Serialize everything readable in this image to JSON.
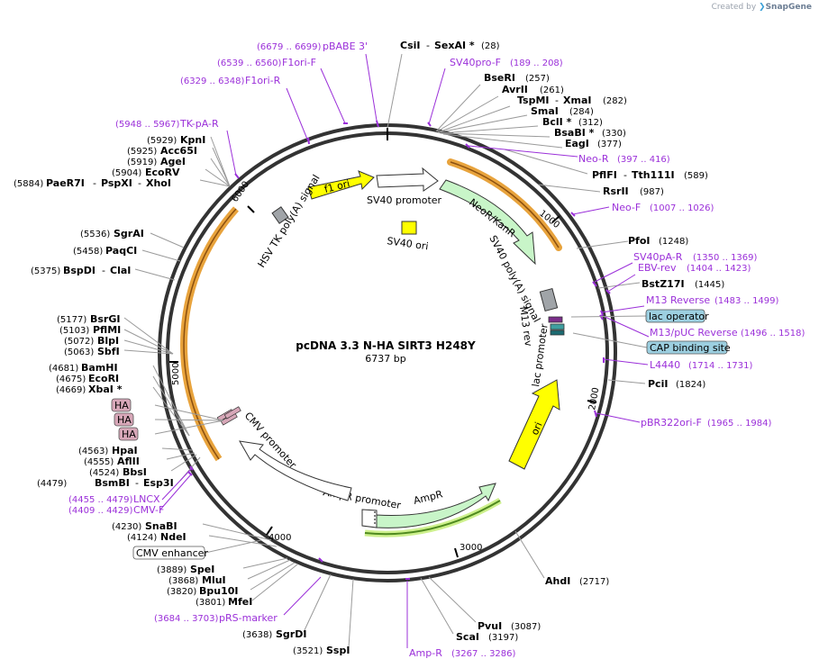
{
  "header": {
    "watermark_prefix": "Created by",
    "watermark_brand": "SnapGene"
  },
  "plasmid": {
    "name": "pcDNA 3.3 N-HA SIRT3 H248Y",
    "length": "6737 bp"
  },
  "ticks": [
    "1000",
    "2000",
    "3000",
    "4000",
    "5000",
    "6000"
  ],
  "features": {
    "f1_ori": "f1 ori",
    "sv40_promoter": "SV40 promoter",
    "neo": "NeoR/KanR",
    "sv40_polya": "SV40 poly(A) signal",
    "hsv_tk": "HSV TK poly(A) signal",
    "sv40_ori": "SV40 ori",
    "m13_rev": "M13 rev",
    "lac_promoter": "lac promoter",
    "ori": "ori",
    "ampr": "AmpR",
    "ampr_promoter": "AmpR promoter",
    "cmv_promoter": "CMV promoter",
    "lac_operator": "lac operator",
    "cap_site": "CAP binding site",
    "cmv_enhancer": "CMV enhancer",
    "ha": "HA"
  },
  "enzymes": [
    {
      "name": "CsiI",
      "name2": "SexAI *",
      "pos": "(28)"
    },
    {
      "name": "BseRI",
      "pos": "(257)"
    },
    {
      "name": "AvrII",
      "pos": "(261)"
    },
    {
      "name": "TspMI",
      "name2": "XmaI",
      "pos": "(282)"
    },
    {
      "name": "SmaI",
      "pos": "(284)"
    },
    {
      "name": "BclI *",
      "pos": "(312)"
    },
    {
      "name": "BsaBI *",
      "pos": "(330)"
    },
    {
      "name": "EagI",
      "pos": "(377)"
    },
    {
      "name": "PflFI",
      "name2": "Tth111I",
      "pos": "(589)"
    },
    {
      "name": "RsrII",
      "pos": "(987)"
    },
    {
      "name": "PfoI",
      "pos": "(1248)"
    },
    {
      "name": "BstZ17I",
      "pos": "(1445)"
    },
    {
      "name": "PciI",
      "pos": "(1824)"
    },
    {
      "name": "AhdI",
      "pos": "(2717)"
    },
    {
      "name": "PvuI",
      "pos": "(3087)"
    },
    {
      "name": "ScaI",
      "pos": "(3197)"
    },
    {
      "name": "SspI",
      "pos": "(3521)"
    },
    {
      "name": "SgrDI",
      "pos": "(3638)"
    },
    {
      "name": "MfeI",
      "pos": "(3801)"
    },
    {
      "name": "Bpu10I",
      "pos": "(3820)"
    },
    {
      "name": "MluI",
      "pos": "(3868)"
    },
    {
      "name": "SpeI",
      "pos": "(3889)"
    },
    {
      "name": "NdeI",
      "pos": "(4124)"
    },
    {
      "name": "SnaBI",
      "pos": "(4230)"
    },
    {
      "name": "BsmBI",
      "name2": "Esp3I",
      "pos": "(4479)"
    },
    {
      "name": "BbsI",
      "pos": "(4524)"
    },
    {
      "name": "AflII",
      "pos": "(4555)"
    },
    {
      "name": "HpaI",
      "pos": "(4563)"
    },
    {
      "name": "XbaI *",
      "pos": "(4669)"
    },
    {
      "name": "EcoRI",
      "pos": "(4675)"
    },
    {
      "name": "BamHI",
      "pos": "(4681)"
    },
    {
      "name": "SbfI",
      "pos": "(5063)"
    },
    {
      "name": "BlpI",
      "pos": "(5072)"
    },
    {
      "name": "PflMI",
      "pos": "(5103)"
    },
    {
      "name": "BsrGI",
      "pos": "(5177)"
    },
    {
      "name": "BspDI",
      "name2": "ClaI",
      "pos": "(5375)"
    },
    {
      "name": "PaqCI",
      "pos": "(5458)"
    },
    {
      "name": "SgrAI",
      "pos": "(5536)"
    },
    {
      "name": "PaeR7I",
      "name2": "PspXI",
      "name3": "XhoI",
      "pos": "(5884)"
    },
    {
      "name": "EcoRV",
      "pos": "(5904)"
    },
    {
      "name": "AgeI",
      "pos": "(5919)"
    },
    {
      "name": "Acc65I",
      "pos": "(5925)"
    },
    {
      "name": "KpnI",
      "pos": "(5929)"
    }
  ],
  "primers": [
    {
      "name": "pBABE 3'",
      "range": "(6679 .. 6699)"
    },
    {
      "name": "F1ori-F",
      "range": "(6539 .. 6560)"
    },
    {
      "name": "F1ori-R",
      "range": "(6329 .. 6348)"
    },
    {
      "name": "TK-pA-R",
      "range": "(5948 .. 5967)"
    },
    {
      "name": "SV40pro-F",
      "range": "(189 .. 208)"
    },
    {
      "name": "Neo-R",
      "range": "(397 .. 416)"
    },
    {
      "name": "Neo-F",
      "range": "(1007 .. 1026)"
    },
    {
      "name": "SV40pA-R",
      "range": "(1350 .. 1369)"
    },
    {
      "name": "EBV-rev",
      "range": "(1404 .. 1423)"
    },
    {
      "name": "M13 Reverse",
      "range": "(1483 .. 1499)"
    },
    {
      "name": "M13/pUC Reverse",
      "range": "(1496 .. 1518)"
    },
    {
      "name": "L4440",
      "range": "(1714 .. 1731)"
    },
    {
      "name": "pBR322ori-F",
      "range": "(1965 .. 1984)"
    },
    {
      "name": "Amp-R",
      "range": "(3267 .. 3286)"
    },
    {
      "name": "pRS-marker",
      "range": "(3684 .. 3703)"
    },
    {
      "name": "LNCX",
      "range": "(4455 .. 4479)"
    },
    {
      "name": "CMV-F",
      "range": "(4409 .. 4429)"
    }
  ],
  "colors": {
    "backbone": "#333333",
    "primer": "#9b30d9",
    "f1_ori": "#ffff00",
    "neo": "#c8f5c8",
    "orange_arc": "#e8a33c",
    "green_arc": "#4f8a1f",
    "grey_feature": "#a0a4a8",
    "ha": "#d7a7b8",
    "label_box": "#9ccfe0"
  }
}
